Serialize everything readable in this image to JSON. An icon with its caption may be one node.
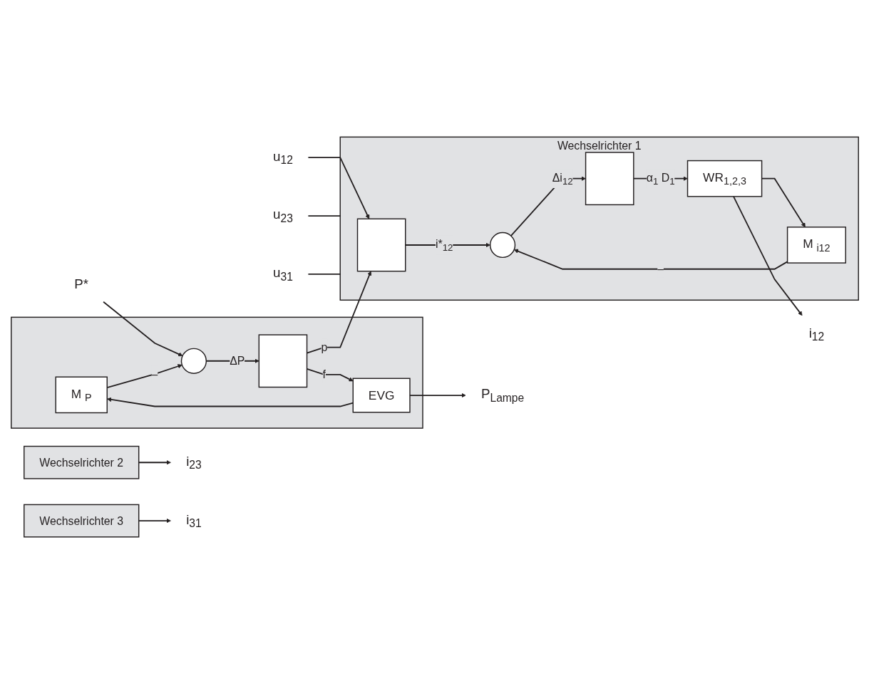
{
  "diagram": {
    "nodes": [
      {
        "text": [],
        "shape": "box"
      },
      {
        "text": [
          "M $_{P}$"
        ],
        "in": 0
      },
      {
        "text": [],
        "shape": "circle",
        "in": 0
      },
      {
        "text": [],
        "shape": "box",
        "in": 0
      },
      {
        "text": [
          "EVG"
        ],
        "in": 0
      },
      {
        "text": [
          "P*"
        ]
      },
      {
        "text": [
          "P$_{Lampe}$"
        ]
      },
      {
        "text": [
          "Wechselrichter 1"
        ]
      },
      {
        "text": [],
        "shape": "box",
        "in": 7
      },
      {
        "text": [],
        "shape": "circle",
        "in": 7
      },
      {
        "text": [],
        "shape": "box",
        "in": 7
      },
      {
        "text": [
          "WR$_{1,2,3}$"
        ],
        "in": 7
      },
      {
        "text": [
          "M $_{i12}$"
        ],
        "in": 7
      },
      {
        "text": [
          "Wechselrichter 2"
        ]
      },
      {
        "text": [
          "Wechselrichter 3"
        ]
      },
      {
        "text": [
          "u$_{12}$"
        ]
      },
      {
        "text": [
          "u$_{23}$"
        ]
      },
      {
        "text": [
          "u$_{31}$"
        ]
      },
      {
        "text": [
          "i$_{12}$"
        ]
      },
      {
        "text": [
          "i$_{23}$"
        ]
      },
      {
        "text": [
          "i$_{31}$"
        ]
      }
    ],
    "edges": [
      {
        "from": 5,
        "to": 2,
        "arrow": "to"
      },
      {
        "from": 1,
        "to": 2,
        "arrow": "to",
        "label": "–"
      },
      {
        "from": 2,
        "to": 3,
        "arrow": "to",
        "label": "ΔP"
      },
      {
        "from": 3,
        "to": 4,
        "arrow": "to",
        "label": "f"
      },
      {
        "from": 4,
        "to": 6,
        "arrow": "to"
      },
      {
        "from": 4,
        "to": 1,
        "arrow": "to"
      },
      {
        "from": 3,
        "to": 8,
        "arrow": "to",
        "label": "p"
      },
      {
        "from": 15,
        "to": 8,
        "arrow": "to"
      },
      {
        "from": 8,
        "to": 9,
        "arrow": "to",
        "label": "i*$_{12}$"
      },
      {
        "from": 9,
        "to": 10,
        "arrow": "to",
        "label": "Δi$_{12}$"
      },
      {
        "from": 10,
        "to": 11,
        "arrow": "to",
        "label": "α$_{1}$ D$_{1}$"
      },
      {
        "from": 11,
        "to": 18,
        "arrow": "to"
      },
      {
        "from": 11,
        "to": 12,
        "arrow": "to"
      },
      {
        "from": 12,
        "to": 9,
        "arrow": "to",
        "label": "–"
      },
      {
        "from": 16,
        "to": 7,
        "arrow": "none"
      },
      {
        "from": 17,
        "to": 7,
        "arrow": "none"
      },
      {
        "from": 13,
        "to": 19,
        "arrow": "to"
      },
      {
        "from": 14,
        "to": 20,
        "arrow": "to"
      }
    ]
  }
}
